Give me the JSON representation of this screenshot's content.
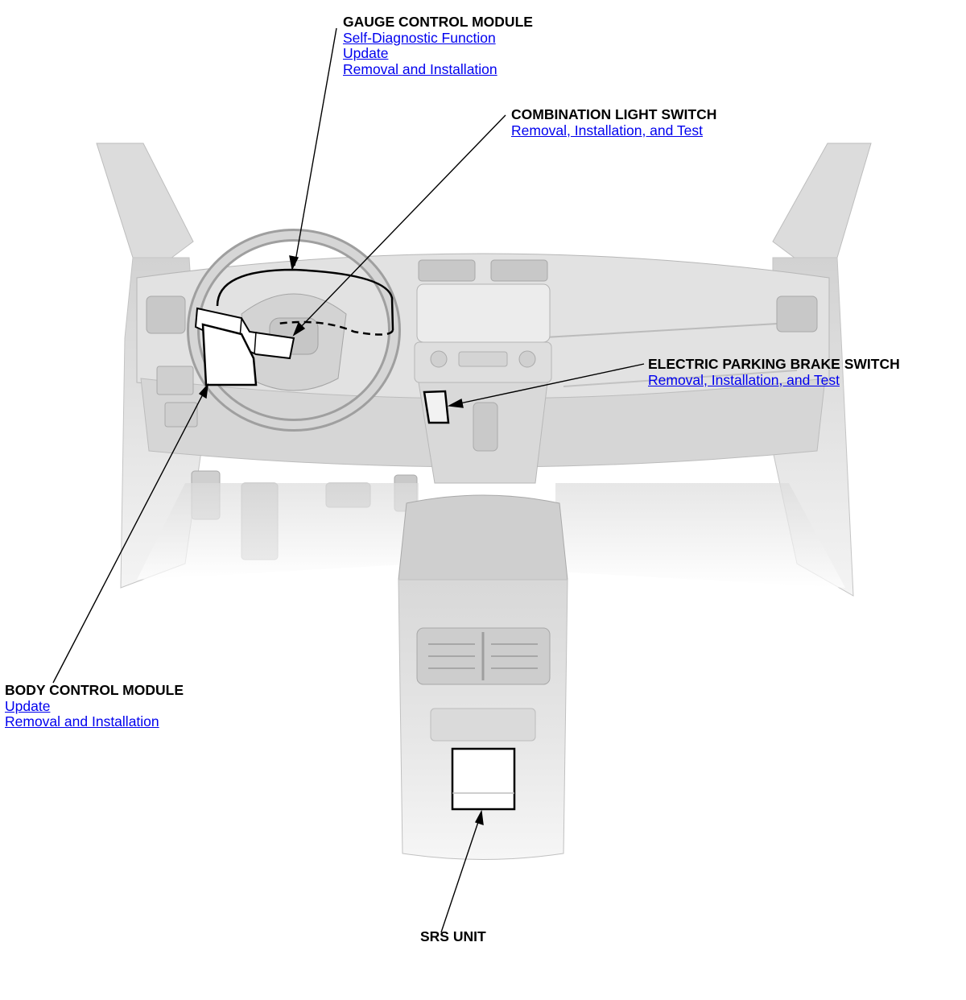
{
  "callouts": {
    "gauge_control_module": {
      "title": "GAUGE CONTROL MODULE",
      "links": [
        "Self-Diagnostic Function",
        "Update",
        "Removal and Installation"
      ]
    },
    "combination_light_switch": {
      "title": "COMBINATION LIGHT SWITCH",
      "links": [
        "Removal, Installation, and Test"
      ]
    },
    "electric_parking_brake_switch": {
      "title": "ELECTRIC PARKING BRAKE SWITCH",
      "links": [
        "Removal, Installation, and Test"
      ]
    },
    "body_control_module": {
      "title": "BODY CONTROL MODULE",
      "links": [
        "Update",
        "Removal and Installation"
      ]
    },
    "srs_unit": {
      "title": "SRS UNIT"
    }
  },
  "colors": {
    "link": "#0000ee",
    "text": "#000000",
    "interior_fill": "#e4e4e4",
    "interior_shadow": "#cfcfcf",
    "interior_line": "#b9b9b9"
  }
}
